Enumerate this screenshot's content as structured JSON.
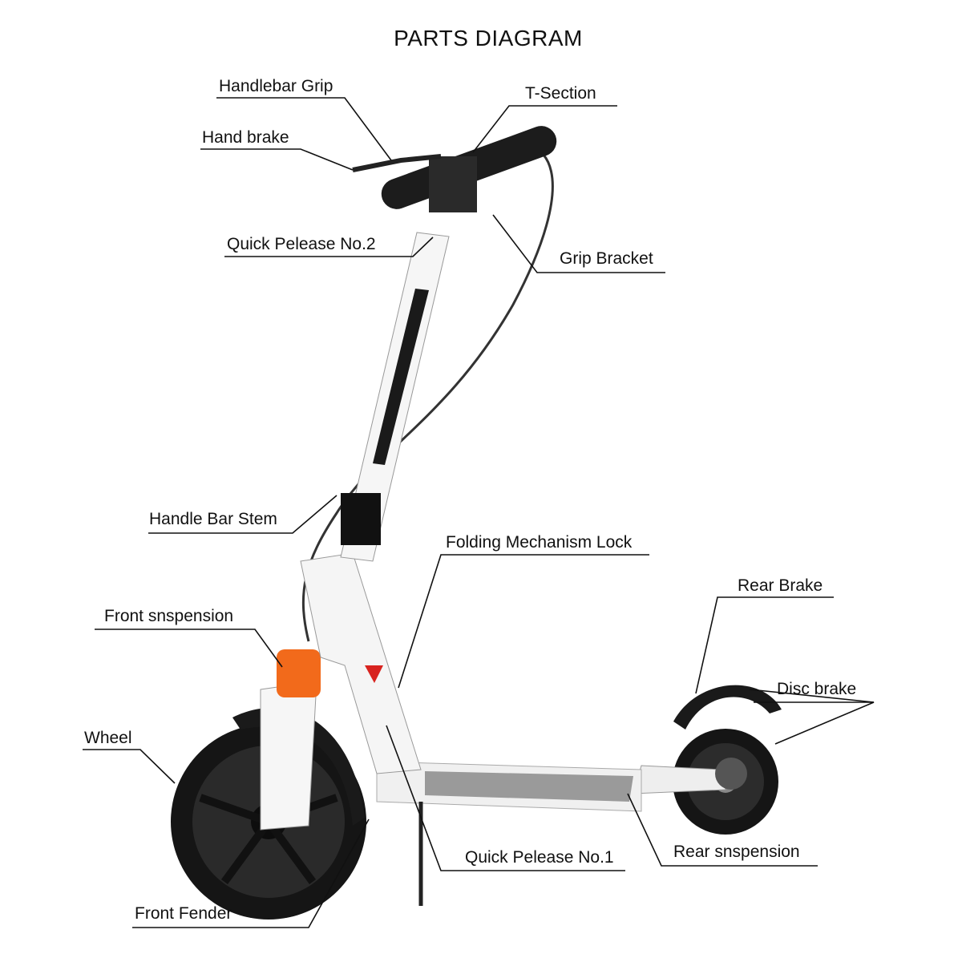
{
  "title": "PARTS DIAGRAM",
  "labels": {
    "handlebar_grip": "Handlebar Grip",
    "t_section": "T-Section",
    "hand_brake": "Hand brake",
    "quick_release_2": "Quick Pelease No.2",
    "grip_bracket": "Grip Bracket",
    "handle_bar_stem": "Handle Bar Stem",
    "folding_lock": "Folding Mechanism Lock",
    "rear_brake": "Rear Brake",
    "front_suspension": "Front snspension",
    "disc_brake": "Disc brake",
    "wheel": "Wheel",
    "quick_release_1": "Quick Pelease No.1",
    "rear_suspension": "Rear snspension",
    "front_fender": "Front Fender"
  },
  "colors": {
    "frame": "#f4f4f4",
    "tire": "#141414",
    "spring": "#f26a1b",
    "deck": "#9a9a9a",
    "accent": "#d8231f"
  }
}
